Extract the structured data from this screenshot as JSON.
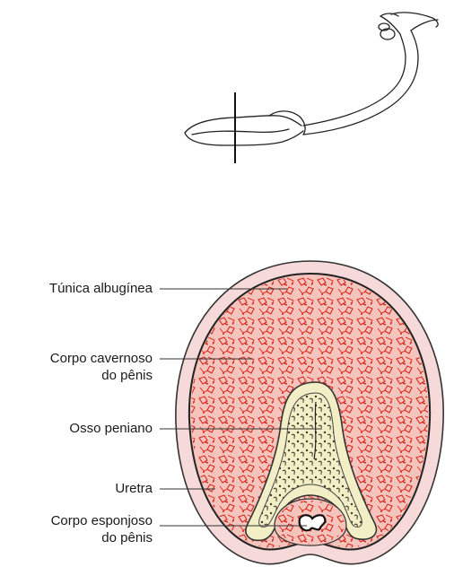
{
  "labels": {
    "tunica": "Túnica albugínea",
    "corpo_cavernoso_1": "Corpo cavernoso",
    "corpo_cavernoso_2": "do pênis",
    "osso": "Osso peniano",
    "uretra": "Uretra",
    "corpo_esponjoso_1": "Corpo esponjoso",
    "corpo_esponjoso_2": "do pênis"
  },
  "colors": {
    "line": "#1a1a1a",
    "tunica_fill": "#f3d3d3",
    "cavernous_fill": "#f4bdb4",
    "tissue_red": "#e02a1e",
    "bone_fill": "#f4f0c8",
    "stroke_dark": "#222222"
  }
}
